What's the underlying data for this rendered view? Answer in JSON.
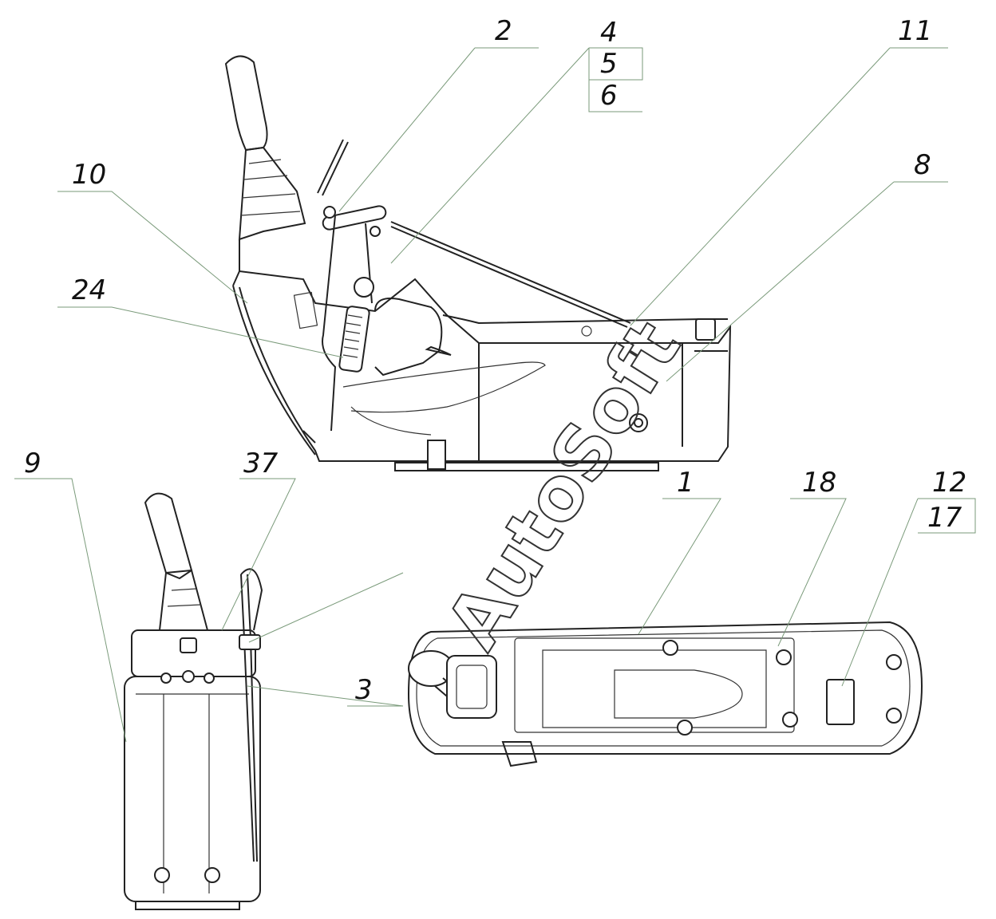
{
  "labels": {
    "l1": "1",
    "l2": "2",
    "l3": "3",
    "l4": "4",
    "l5": "5",
    "l6": "6",
    "l8": "8",
    "l9": "9",
    "l10": "10",
    "l11": "11",
    "l12": "12",
    "l17": "17",
    "l18": "18",
    "l24": "24",
    "l37": "37"
  },
  "watermark": "AutoSoft",
  "colors": {
    "line": "#222222",
    "leader": "#7a9a7a",
    "background": "#ffffff"
  }
}
